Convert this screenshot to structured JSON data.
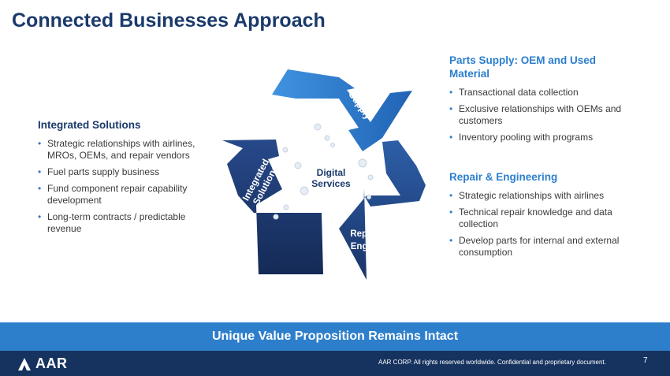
{
  "title": "Connected Businesses Approach",
  "integrated": {
    "heading": "Integrated Solutions",
    "items": [
      "Strategic relationships with airlines, MROs, OEMs, and repair vendors",
      "Fuel parts supply business",
      "Fund component repair capability development",
      "Long-term contracts / predictable revenue"
    ]
  },
  "parts": {
    "heading": "Parts Supply: OEM and Used Material",
    "items": [
      "Transactional data collection",
      "Exclusive relationships with OEMs and customers",
      "Inventory pooling with programs"
    ]
  },
  "repair": {
    "heading": "Repair & Engineering",
    "items": [
      "Strategic relationships with airlines",
      "Technical repair knowledge and data collection",
      "Develop parts for internal and external consumption"
    ]
  },
  "diagram": {
    "center_line1": "Digital",
    "center_line2": "Services",
    "parts_line1": "Parts",
    "parts_line2": "Supply",
    "repair_line1": "Repair &",
    "repair_line2": "Engineering",
    "integrated_line1": "Integrated",
    "integrated_line2": "Solutions"
  },
  "banner": "Unique Value Proposition Remains Intact",
  "footer": {
    "logo_text": "AAR",
    "copyright": "AAR CORP. All rights reserved worldwide. Confidential and proprietary document.",
    "page": "7"
  },
  "colors": {
    "title": "#1b3a6b",
    "accent": "#2b7fcc",
    "banner": "#2e7fcb",
    "footer": "#16325e"
  }
}
